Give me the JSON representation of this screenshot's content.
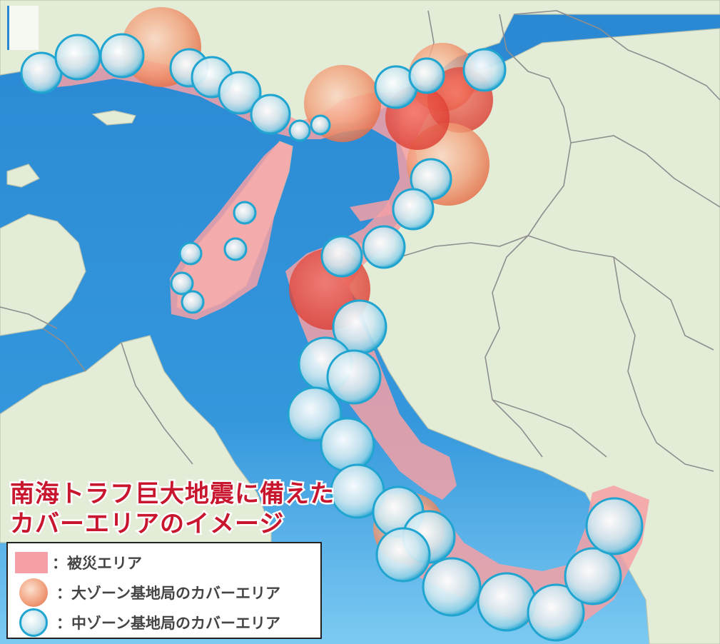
{
  "map": {
    "title_lines": [
      "南海トラフ巨大地震に備えた",
      "カバーエリアのイメージ"
    ],
    "colors": {
      "sea": "#2f8fd6",
      "sea_light": "#6cc0ef",
      "land": "#e3ecd6",
      "boundary": "#8e8e8e",
      "damage": "#f6a0a4",
      "large_zone": "#ee8a5e",
      "medium_zone": "#3ab0d6",
      "title": "#c8162e"
    }
  },
  "legend": {
    "items": [
      {
        "label": "：被災エリア",
        "swatch": "damage-area",
        "color": "#f4a0a4"
      },
      {
        "label": "：大ゾーン基地局のカバーエリア",
        "swatch": "large-zone",
        "color": "#ee8a5e"
      },
      {
        "label": "：中ゾーン基地局のカバーエリア",
        "swatch": "medium-zone",
        "color": "#3ab0d6"
      }
    ]
  }
}
